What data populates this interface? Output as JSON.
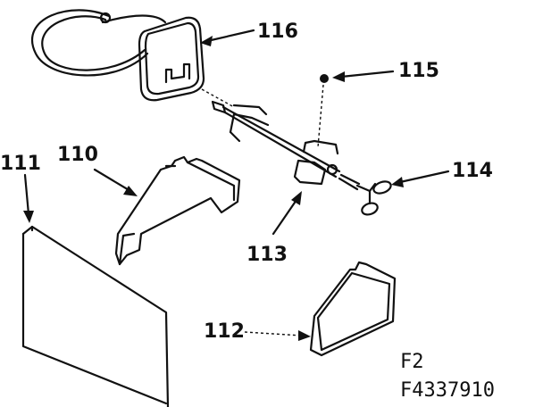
{
  "parts": [
    {
      "id": "p116",
      "label": "116",
      "icon": "rotisserie-motor-icon"
    },
    {
      "id": "p115",
      "label": "115",
      "icon": "screw-icon"
    },
    {
      "id": "p114",
      "label": "114",
      "icon": "spit-handle-icon"
    },
    {
      "id": "p113",
      "label": "113",
      "icon": "spit-rod-with-forks-icon"
    },
    {
      "id": "p110",
      "label": "110",
      "icon": "support-bracket-icon"
    },
    {
      "id": "p111",
      "label": "111",
      "icon": "panel-icon"
    },
    {
      "id": "p112",
      "label": "112",
      "icon": "end-plate-icon"
    }
  ],
  "figure": {
    "figure_id": "F2",
    "part_number": "F4337910"
  },
  "colors": {
    "ink": "#111111",
    "background": "#ffffff"
  }
}
